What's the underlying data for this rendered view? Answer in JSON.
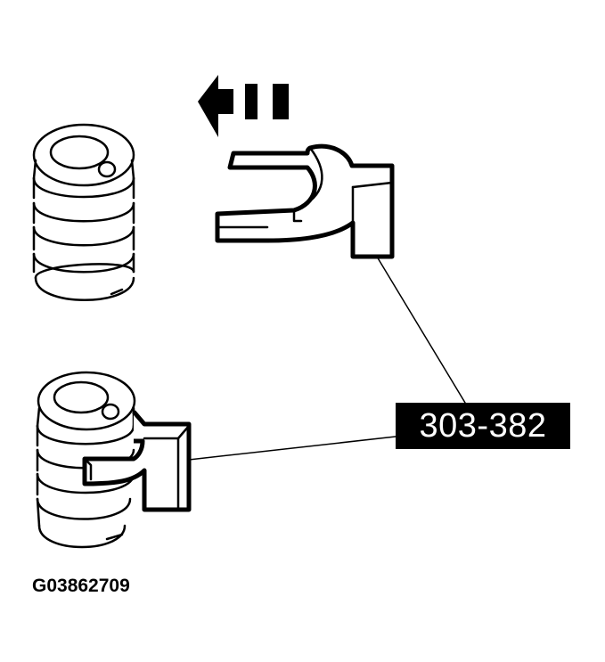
{
  "diagram": {
    "tool_number": "303-382",
    "figure_id": "G03862709",
    "direction_indicator": "arrow-left",
    "colors": {
      "ink": "#000000",
      "background": "#ffffff",
      "label_text": "#ffffff"
    },
    "components": [
      {
        "name": "coil-spring-upper",
        "state": "tool removed"
      },
      {
        "name": "spring-compressor-tool",
        "state": "separate"
      },
      {
        "name": "coil-spring-lower",
        "state": "tool installed"
      }
    ]
  }
}
